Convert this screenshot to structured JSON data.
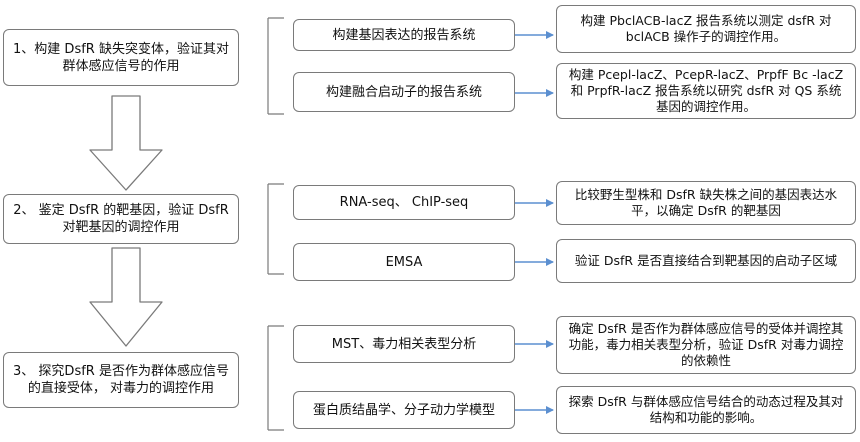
{
  "steps": [
    {
      "title": "1、构建 DsfR 缺失突变体，验证其对群体感应信号的作用",
      "methods": [
        {
          "label": "构建基因表达的报告系统",
          "result": "构建 PbclACB-lacZ 报告系统以测定 dsfR 对 bclACB 操作子的调控作用。"
        },
        {
          "label": "构建融合启动子的报告系统",
          "result": "构建 Pcepl-lacZ、PcepR-lacZ、PrpfF Bc -lacZ 和 PrpfR-lacZ 报告系统以研究 dsfR 对 QS 系统基因的调控作用。"
        }
      ]
    },
    {
      "title": "2、 鉴定 DsfR 的靶基因，验证 DsfR 对靶基因的调控作用",
      "methods": [
        {
          "label": "RNA-seq、 ChIP-seq",
          "result": "比较野生型株和 DsfR 缺失株之间的基因表达水平，以确定 DsfR 的靶基因"
        },
        {
          "label": "EMSA",
          "result": "验证 DsfR 是否直接结合到靶基因的启动子区域"
        }
      ]
    },
    {
      "title": "3、 探究DsfR 是否作为群体感应信号的直接受体， 对毒力的调控作用",
      "methods": [
        {
          "label": "MST、毒力相关表型分析",
          "result": "确定 DsfR 是否作为群体感应信号的受体并调控其功能，毒力相关表型分析，验证 DsfR 对毒力调控的依赖性"
        },
        {
          "label": "蛋白质结晶学、分子动力学模型",
          "result": "探索 DsfR 与群体感应信号结合的动态过程及其对结构和功能的影响。"
        }
      ]
    }
  ],
  "colors": {
    "border": "#7a7a7a",
    "arrow": "#5b8fd0",
    "bracket": "#7a7a7a"
  }
}
